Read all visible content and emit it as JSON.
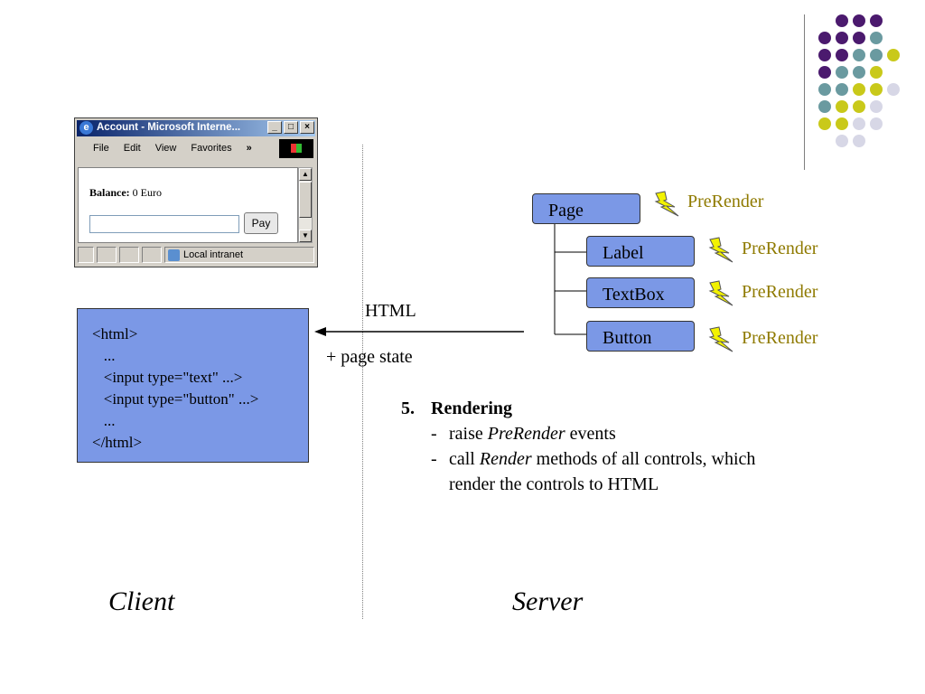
{
  "decoration": {
    "dot_rows": [
      [
        "#4b1a6e",
        "#4b1a6e",
        "#4b1a6e"
      ],
      [
        "#4b1a6e",
        "#4b1a6e",
        "#4b1a6e",
        "#6a9aa0"
      ],
      [
        "#4b1a6e",
        "#4b1a6e",
        "#6a9aa0",
        "#6a9aa0",
        "#c9c91a"
      ],
      [
        "#4b1a6e",
        "#6a9aa0",
        "#6a9aa0",
        "#c9c91a"
      ],
      [
        "#6a9aa0",
        "#6a9aa0",
        "#c9c91a",
        "#c9c91a",
        "#d7d7e6"
      ],
      [
        "#6a9aa0",
        "#c9c91a",
        "#c9c91a",
        "#d7d7e6"
      ],
      [
        "#c9c91a",
        "#c9c91a",
        "#d7d7e6",
        "#d7d7e6"
      ],
      [
        "#d7d7e6",
        "#d7d7e6"
      ]
    ]
  },
  "browser": {
    "title": "Account - Microsoft Interne...",
    "menu": [
      "File",
      "Edit",
      "View",
      "Favorites"
    ],
    "chevron": "»",
    "balance_label": "Balance:",
    "balance_value": "0 Euro",
    "pay_button": "Pay",
    "status_zone": "Local intranet"
  },
  "client_html": {
    "lines": [
      "<html>",
      "   ...",
      "   <input type=\"text\" ...>",
      "   <input type=\"button\" ...>",
      "   ...",
      "</html>"
    ]
  },
  "transfer": {
    "label_top": "HTML",
    "label_bottom": "+ page state"
  },
  "tree": {
    "root": "Page",
    "children": [
      "Label",
      "TextBox",
      "Button"
    ],
    "event": "PreRender",
    "event_color": "#8f7a00",
    "node_color": "#7b98e6",
    "bolt_color": "#f2f200"
  },
  "steps": {
    "number": "5.",
    "title": "Rendering",
    "item1_pre": "raise ",
    "item1_em": "PreRender",
    "item1_post": " events",
    "item2_pre": "call ",
    "item2_em": "Render",
    "item2_post": " methods of all controls, which",
    "item2_cont": "render the controls to HTML",
    "dash": "-"
  },
  "labels": {
    "client": "Client",
    "server": "Server"
  }
}
